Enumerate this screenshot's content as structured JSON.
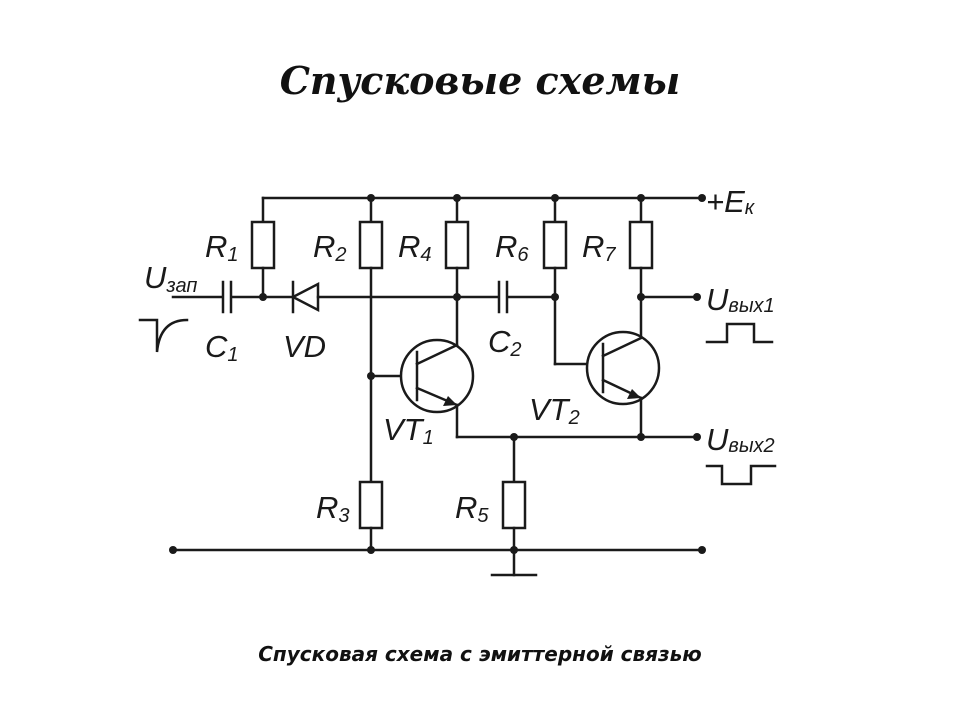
{
  "title": "Спусковые схемы",
  "caption": "Спусковая схема с эмиттерной связью",
  "labels": {
    "R": "R",
    "C": "C",
    "VD": "VD",
    "VT": "VT",
    "U": "U",
    "E": "E",
    "plus": "+",
    "r1": "1",
    "r2": "2",
    "r3": "3",
    "r4": "4",
    "r5": "5",
    "r6": "6",
    "r7": "7",
    "c1": "1",
    "c2": "2",
    "vt1": "1",
    "vt2": "2",
    "e_sub": "к",
    "u_in": "зап",
    "u_out1": "вых1",
    "u_out2": "вых2"
  }
}
